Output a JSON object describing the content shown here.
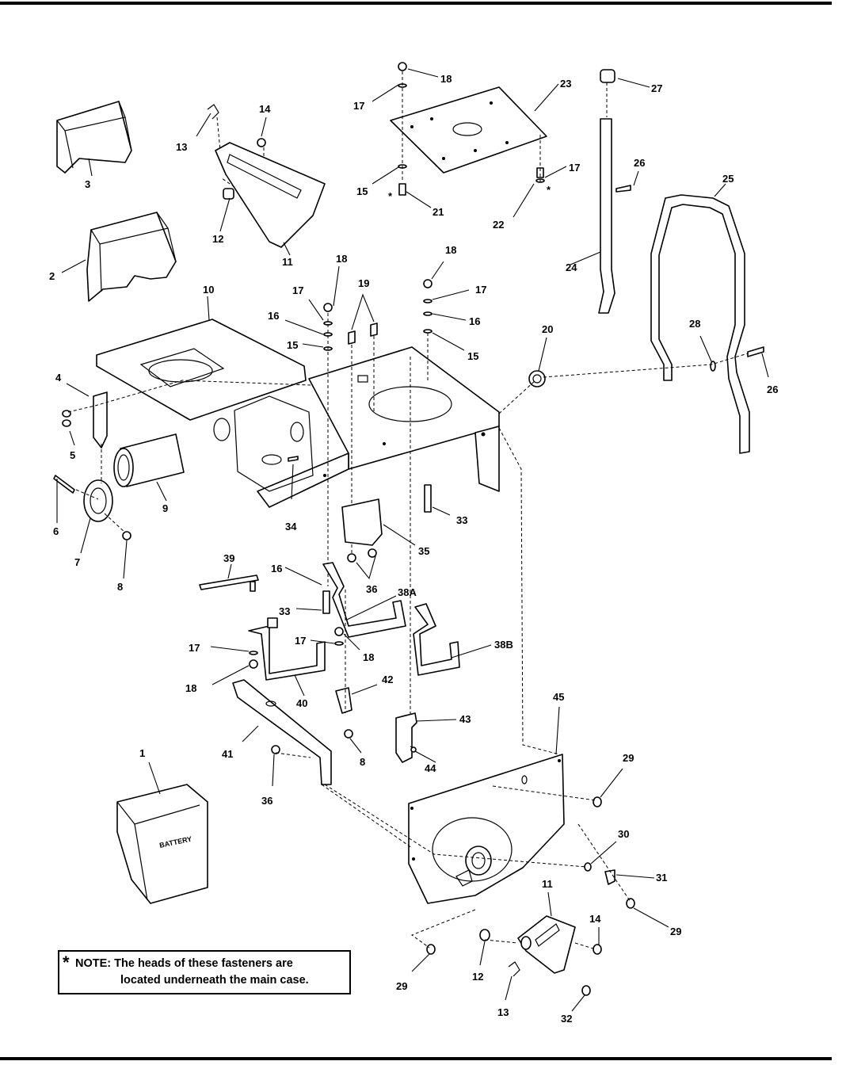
{
  "callouts": {
    "c1": "1",
    "c2": "2",
    "c3": "3",
    "c4": "4",
    "c5": "5",
    "c6": "6",
    "c7": "7",
    "c8a": "8",
    "c8b": "8",
    "c9": "9",
    "c10": "10",
    "c11a": "11",
    "c11b": "11",
    "c12a": "12",
    "c12b": "12",
    "c13a": "13",
    "c13b": "13",
    "c14a": "14",
    "c14b": "14",
    "c15a": "15",
    "c15b": "15",
    "c15c": "15",
    "c16a": "16",
    "c16b": "16",
    "c16c": "16",
    "c17a": "17",
    "c17b": "17",
    "c17c": "17",
    "c17d": "17",
    "c17e": "17",
    "c17f": "17",
    "c18a": "18",
    "c18b": "18",
    "c18c": "18",
    "c18d": "18",
    "c18e": "18",
    "c19": "19",
    "c20": "20",
    "c21": "21",
    "c22": "22",
    "c23": "23",
    "c24": "24",
    "c25": "25",
    "c26a": "26",
    "c26b": "26",
    "c27": "27",
    "c28": "28",
    "c29a": "29",
    "c29b": "29",
    "c29c": "29",
    "c30": "30",
    "c31": "31",
    "c32": "32",
    "c33a": "33",
    "c33b": "33",
    "c34": "34",
    "c35": "35",
    "c36a": "36",
    "c36b": "36",
    "c38a": "38A",
    "c38b": "38B",
    "c39": "39",
    "c40": "40",
    "c41": "41",
    "c42": "42",
    "c43": "43",
    "c44": "44",
    "c45": "45",
    "star21": "*",
    "star22": "*"
  },
  "battery_text": "BATTERY",
  "note": {
    "star": "*",
    "line1": "NOTE: The heads of these fasteners are",
    "line2": "located underneath the main case."
  }
}
